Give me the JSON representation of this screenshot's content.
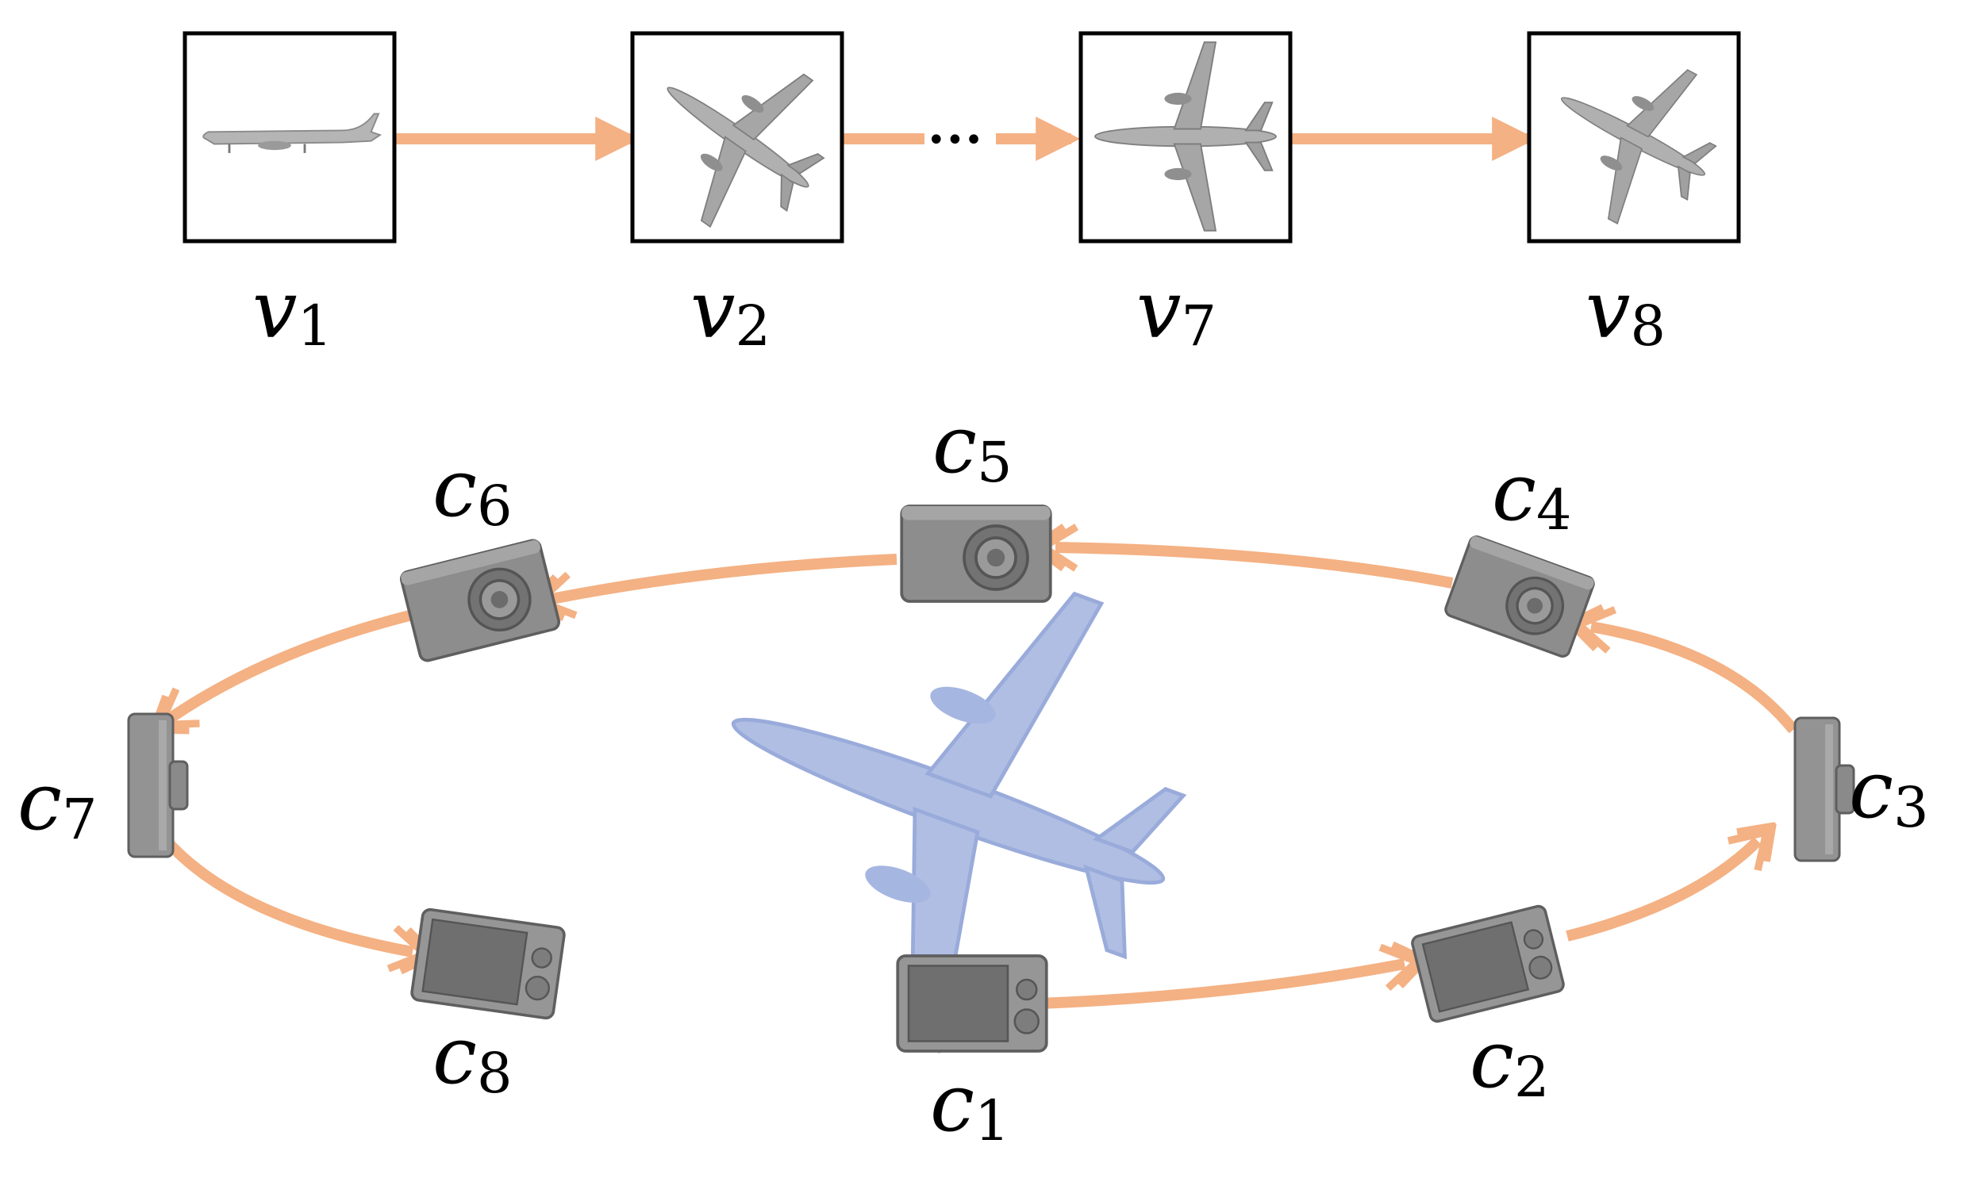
{
  "colors": {
    "arrow": "#f4b183",
    "frame": "#000000",
    "plane_gray": "#a9a9a9",
    "plane_blue": "#a8b8e0",
    "camera_body": "#8f8f8f",
    "camera_dark": "#5e5e5e",
    "camera_screen": "#7a7a7a"
  },
  "views": [
    {
      "symbol": "v",
      "sub": "1",
      "icon": "airplane-side-icon"
    },
    {
      "symbol": "v",
      "sub": "2",
      "icon": "airplane-oblique-icon"
    },
    {
      "symbol": "v",
      "sub": "7",
      "icon": "airplane-top-icon"
    },
    {
      "symbol": "v",
      "sub": "8",
      "icon": "airplane-oblique-icon"
    }
  ],
  "ellipsis": "•••",
  "cameras": [
    {
      "symbol": "c",
      "sub": "1",
      "icon": "camera-back-icon"
    },
    {
      "symbol": "c",
      "sub": "2",
      "icon": "camera-back-icon"
    },
    {
      "symbol": "c",
      "sub": "3",
      "icon": "camera-side-icon"
    },
    {
      "symbol": "c",
      "sub": "4",
      "icon": "camera-front-icon"
    },
    {
      "symbol": "c",
      "sub": "5",
      "icon": "camera-front-icon"
    },
    {
      "symbol": "c",
      "sub": "6",
      "icon": "camera-front-icon"
    },
    {
      "symbol": "c",
      "sub": "7",
      "icon": "camera-side-icon"
    },
    {
      "symbol": "c",
      "sub": "8",
      "icon": "camera-back-icon"
    }
  ],
  "center_object": "airplane-icon"
}
